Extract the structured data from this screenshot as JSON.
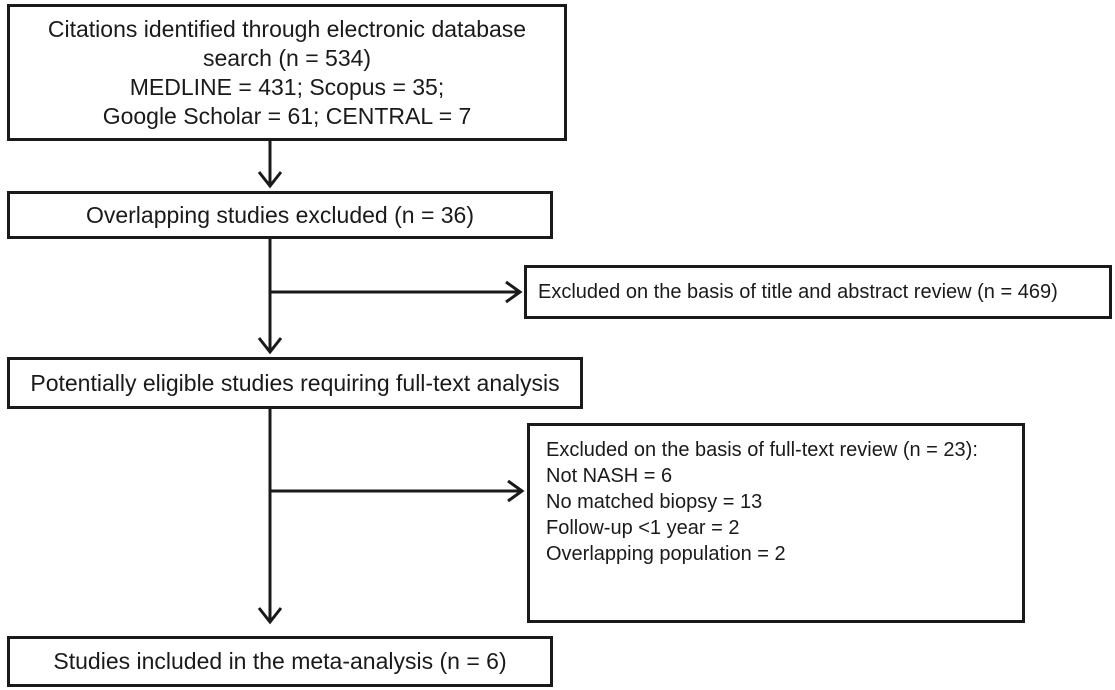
{
  "boxes": {
    "identified": {
      "lines": [
        "Citations identified through electronic database",
        "search (n = 534)",
        "MEDLINE = 431; Scopus = 35;",
        "Google Scholar = 61; CENTRAL = 7"
      ]
    },
    "overlap": {
      "text": "Overlapping studies excluded (n = 36)"
    },
    "title_abstract": {
      "text": "Excluded on the basis of title and abstract review (n = 469)"
    },
    "eligible": {
      "text": "Potentially eligible studies requiring full-text analysis"
    },
    "fulltext": {
      "lines": [
        "Excluded on the basis of full-text review (n = 23):",
        "Not NASH = 6",
        "No matched biopsy = 13",
        "Follow-up <1 year = 2",
        "Overlapping population = 2"
      ]
    },
    "included": {
      "text": "Studies included in the meta-analysis (n = 6)"
    }
  },
  "colors": {
    "stroke": "#1a1a1a",
    "background": "#ffffff"
  }
}
